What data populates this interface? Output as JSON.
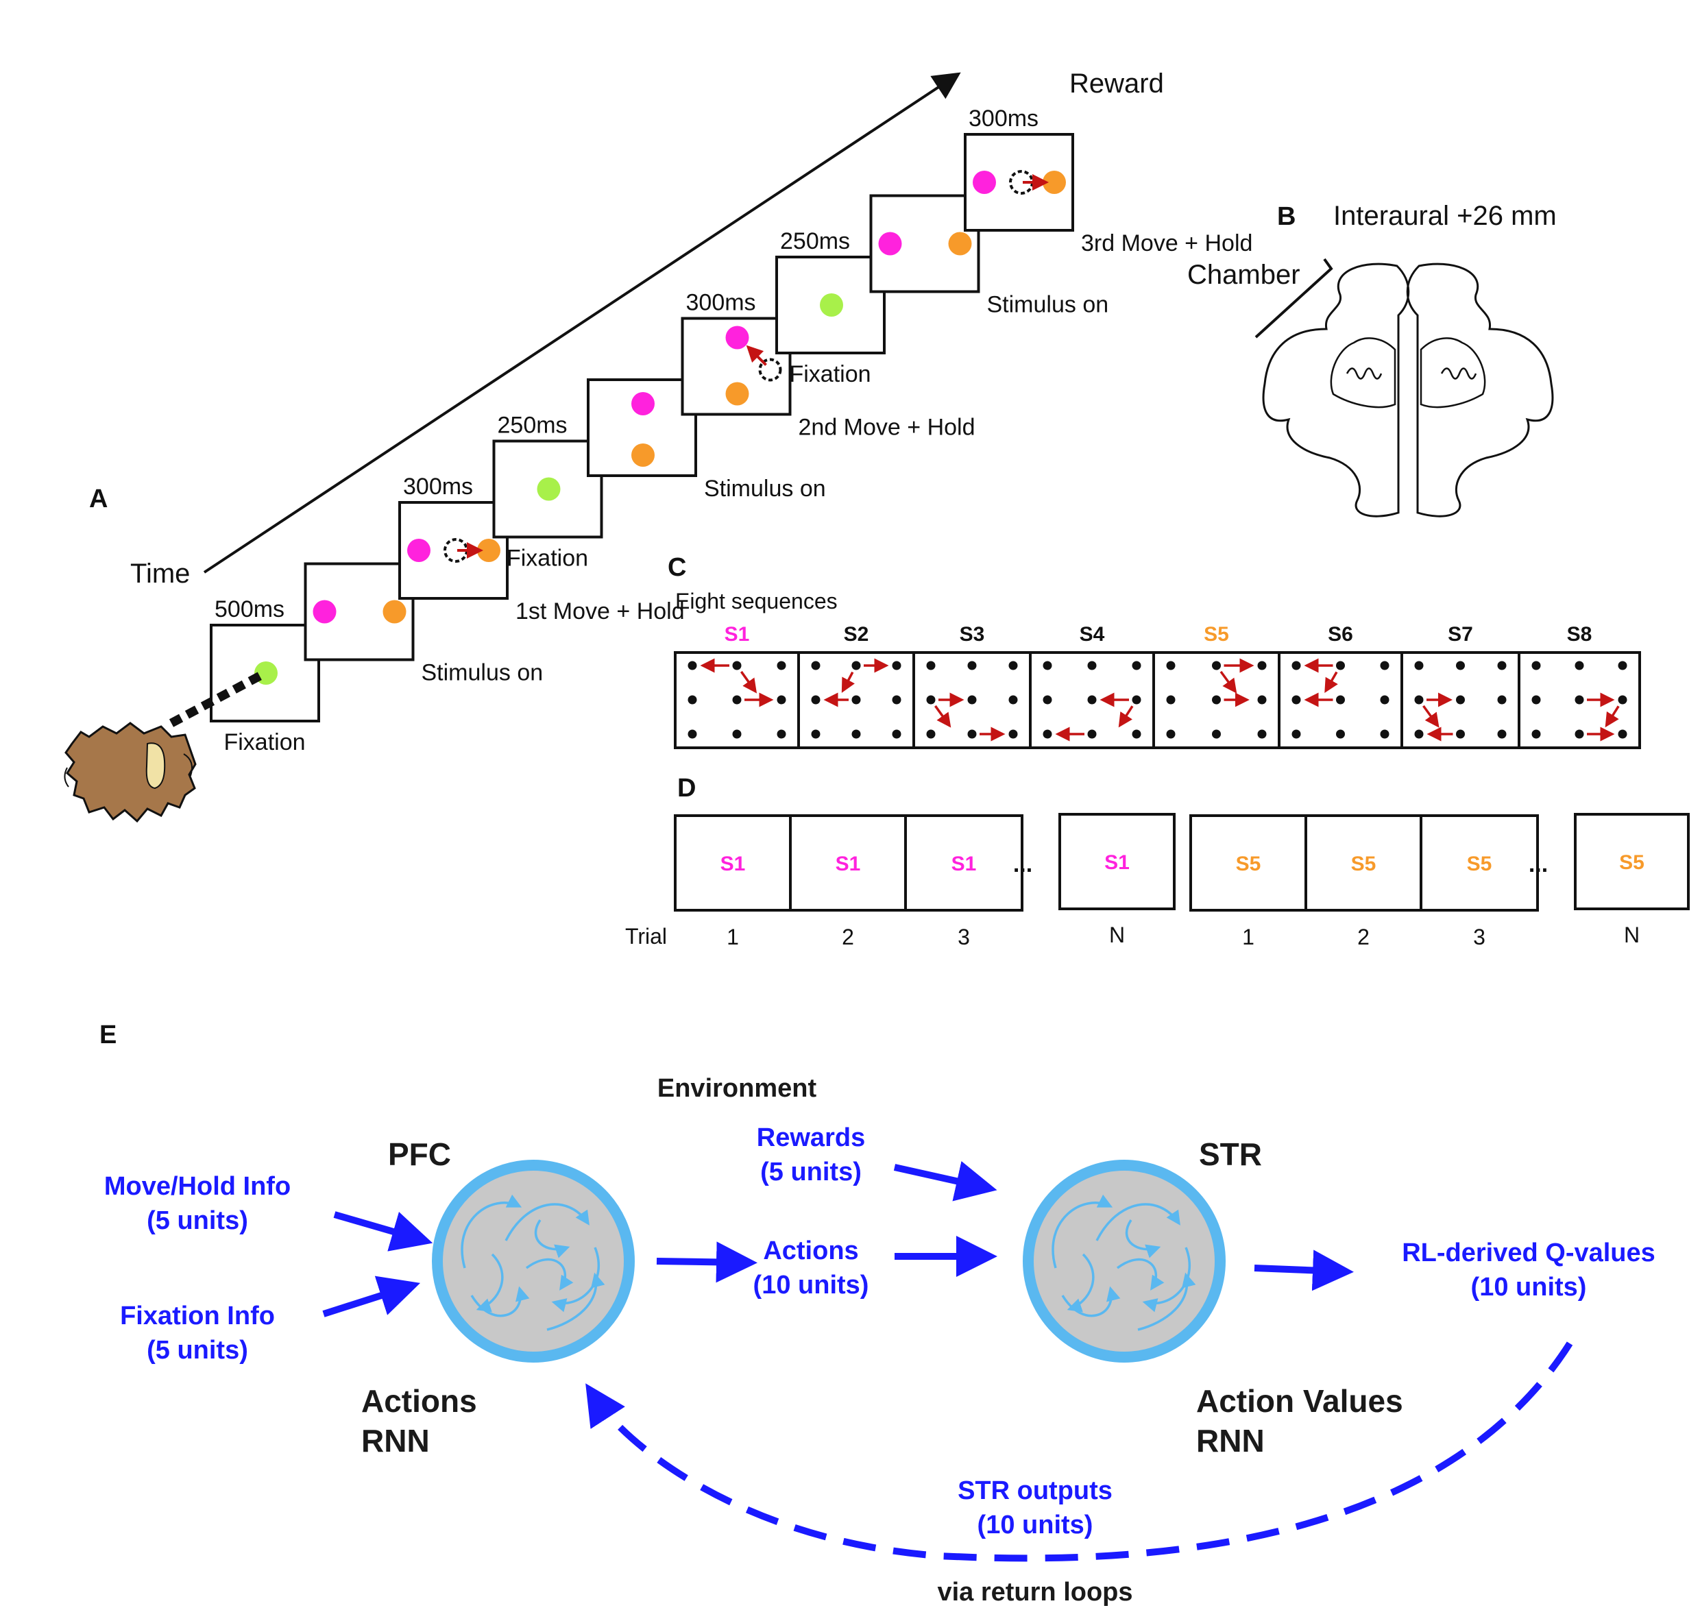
{
  "colors": {
    "magenta": "#ff22dd",
    "orange": "#f79a2a",
    "green": "#a8f04a",
    "red_arrow": "#c41414",
    "blue": "#1a1aff",
    "rnn_ring": "#5ab8f0",
    "rnn_fill": "#c8c8c8",
    "monkey": "#a6774a"
  },
  "panelA": {
    "label": "A",
    "time_label": "Time",
    "reward_label": "Reward",
    "frames": [
      {
        "caption": "Fixation",
        "duration": "500ms",
        "icon": "fixation-dot"
      },
      {
        "caption": "Stimulus on",
        "duration": "",
        "icon": "two-targets"
      },
      {
        "caption": "1st Move + Hold",
        "duration": "300ms",
        "icon": "move-right"
      },
      {
        "caption": "Fixation",
        "duration": "250ms",
        "icon": "fixation-dot"
      },
      {
        "caption": "Stimulus on",
        "duration": "",
        "icon": "two-targets-vertical"
      },
      {
        "caption": "2nd Move + Hold",
        "duration": "300ms",
        "icon": "move-up-left"
      },
      {
        "caption": "Fixation",
        "duration": "250ms",
        "icon": "fixation-dot"
      },
      {
        "caption": "Stimulus on",
        "duration": "",
        "icon": "two-targets"
      },
      {
        "caption": "3rd Move + Hold",
        "duration": "300ms",
        "icon": "move-right"
      }
    ]
  },
  "panelB": {
    "label": "B",
    "title": "Interaural +26 mm",
    "chamber_label": "Chamber"
  },
  "panelC": {
    "label": "C",
    "subtitle": "Eight sequences",
    "sequences": [
      {
        "name": "S1",
        "color": "magenta"
      },
      {
        "name": "S2",
        "color": "black"
      },
      {
        "name": "S3",
        "color": "black"
      },
      {
        "name": "S4",
        "color": "black"
      },
      {
        "name": "S5",
        "color": "orange"
      },
      {
        "name": "S6",
        "color": "black"
      },
      {
        "name": "S7",
        "color": "black"
      },
      {
        "name": "S8",
        "color": "black"
      }
    ]
  },
  "panelD": {
    "label": "D",
    "trial_label": "Trial",
    "ellipsis": "...",
    "blocks": [
      {
        "seq": "S1",
        "color": "magenta",
        "trials": [
          "1",
          "2",
          "3",
          "N"
        ]
      },
      {
        "seq": "S5",
        "color": "orange",
        "trials": [
          "1",
          "2",
          "3",
          "N"
        ]
      }
    ]
  },
  "panelE": {
    "label": "E",
    "environment": "Environment",
    "pfc_title": "PFC",
    "str_title": "STR",
    "pfc_sub1": "Actions",
    "pfc_sub2": "RNN",
    "str_sub1": "Action Values",
    "str_sub2": "RNN",
    "move_hold_1": "Move/Hold Info",
    "move_hold_2": "(5 units)",
    "fixation_1": "Fixation Info",
    "fixation_2": "(5 units)",
    "rewards_1": "Rewards",
    "rewards_2": "(5 units)",
    "actions_1": "Actions",
    "actions_2": "(10 units)",
    "qvalues_1": "RL-derived Q-values",
    "qvalues_2": "(10 units)",
    "stroutputs_1": "STR outputs",
    "stroutputs_2": "(10 units)",
    "return_loops": "via return loops"
  }
}
